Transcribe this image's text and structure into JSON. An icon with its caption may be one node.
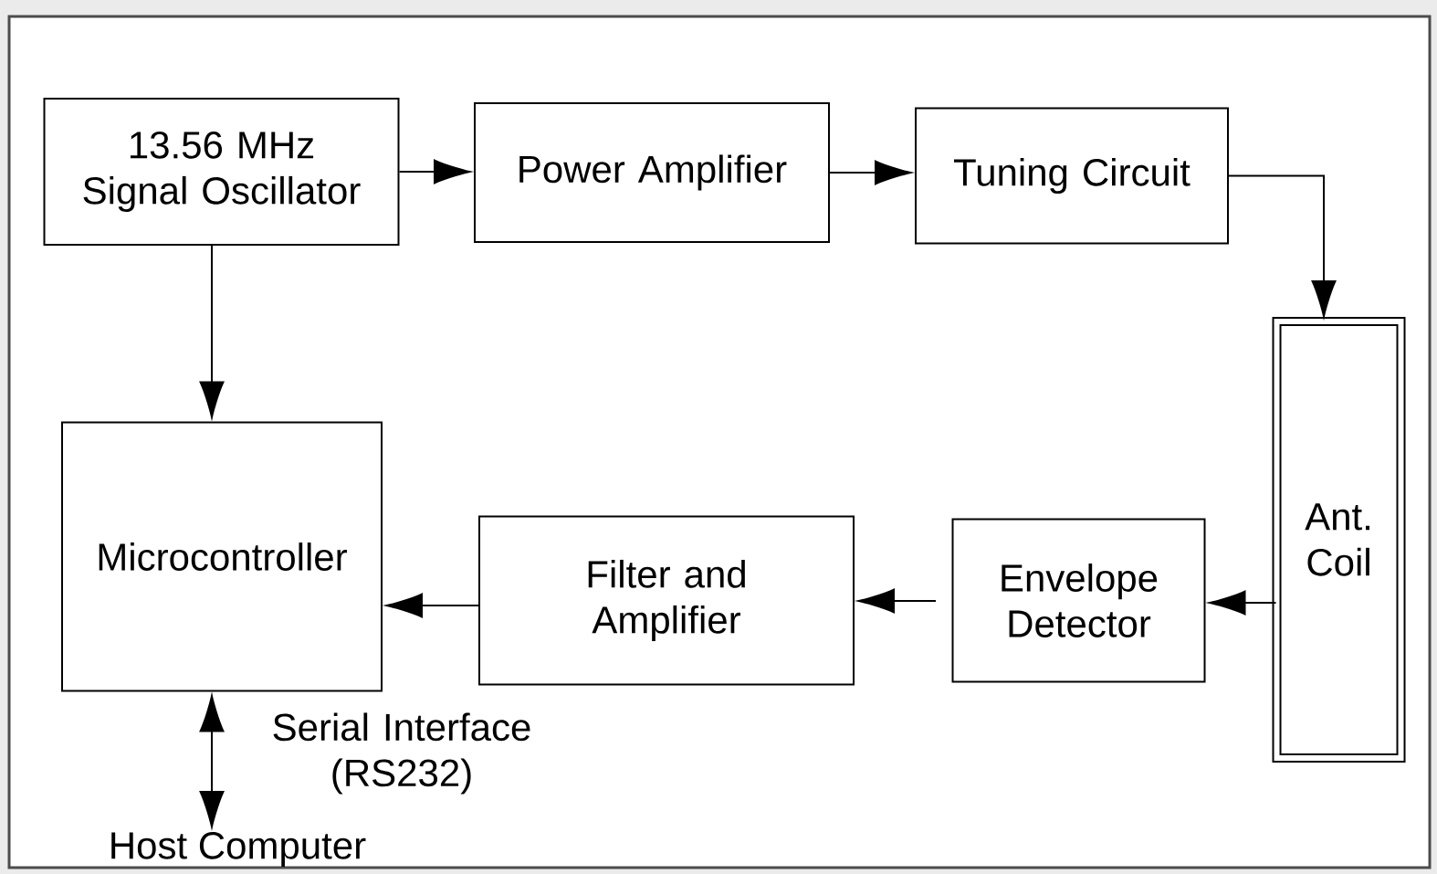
{
  "diagram": {
    "nodes": [
      {
        "text": [
          "13.56 MHz Signal Oscillator"
        ]
      },
      {
        "text": [
          "Power Amplifier"
        ]
      },
      {
        "text": [
          "Tuning Circuit"
        ]
      },
      {
        "text": [
          "Ant. Coil"
        ]
      },
      {
        "text": [
          "Microcontroller"
        ]
      },
      {
        "text": [
          "Filter and Amplifier"
        ]
      },
      {
        "text": [
          "Envelope Detector"
        ]
      },
      {
        "text": [
          "Host Computer"
        ]
      }
    ],
    "edges": [
      {
        "from": 0,
        "to": 1,
        "arrow": "to"
      },
      {
        "from": 1,
        "to": 2,
        "arrow": "to"
      },
      {
        "from": 2,
        "to": 3,
        "arrow": "to"
      },
      {
        "from": 0,
        "to": 4,
        "arrow": "to"
      },
      {
        "from": 3,
        "to": 6,
        "arrow": "to"
      },
      {
        "from": 6,
        "to": 5,
        "arrow": "to"
      },
      {
        "from": 5,
        "to": 4,
        "arrow": "to"
      },
      {
        "from": 4,
        "to": 7,
        "arrow": "both",
        "label": "Serial Interface (RS232)"
      }
    ]
  }
}
